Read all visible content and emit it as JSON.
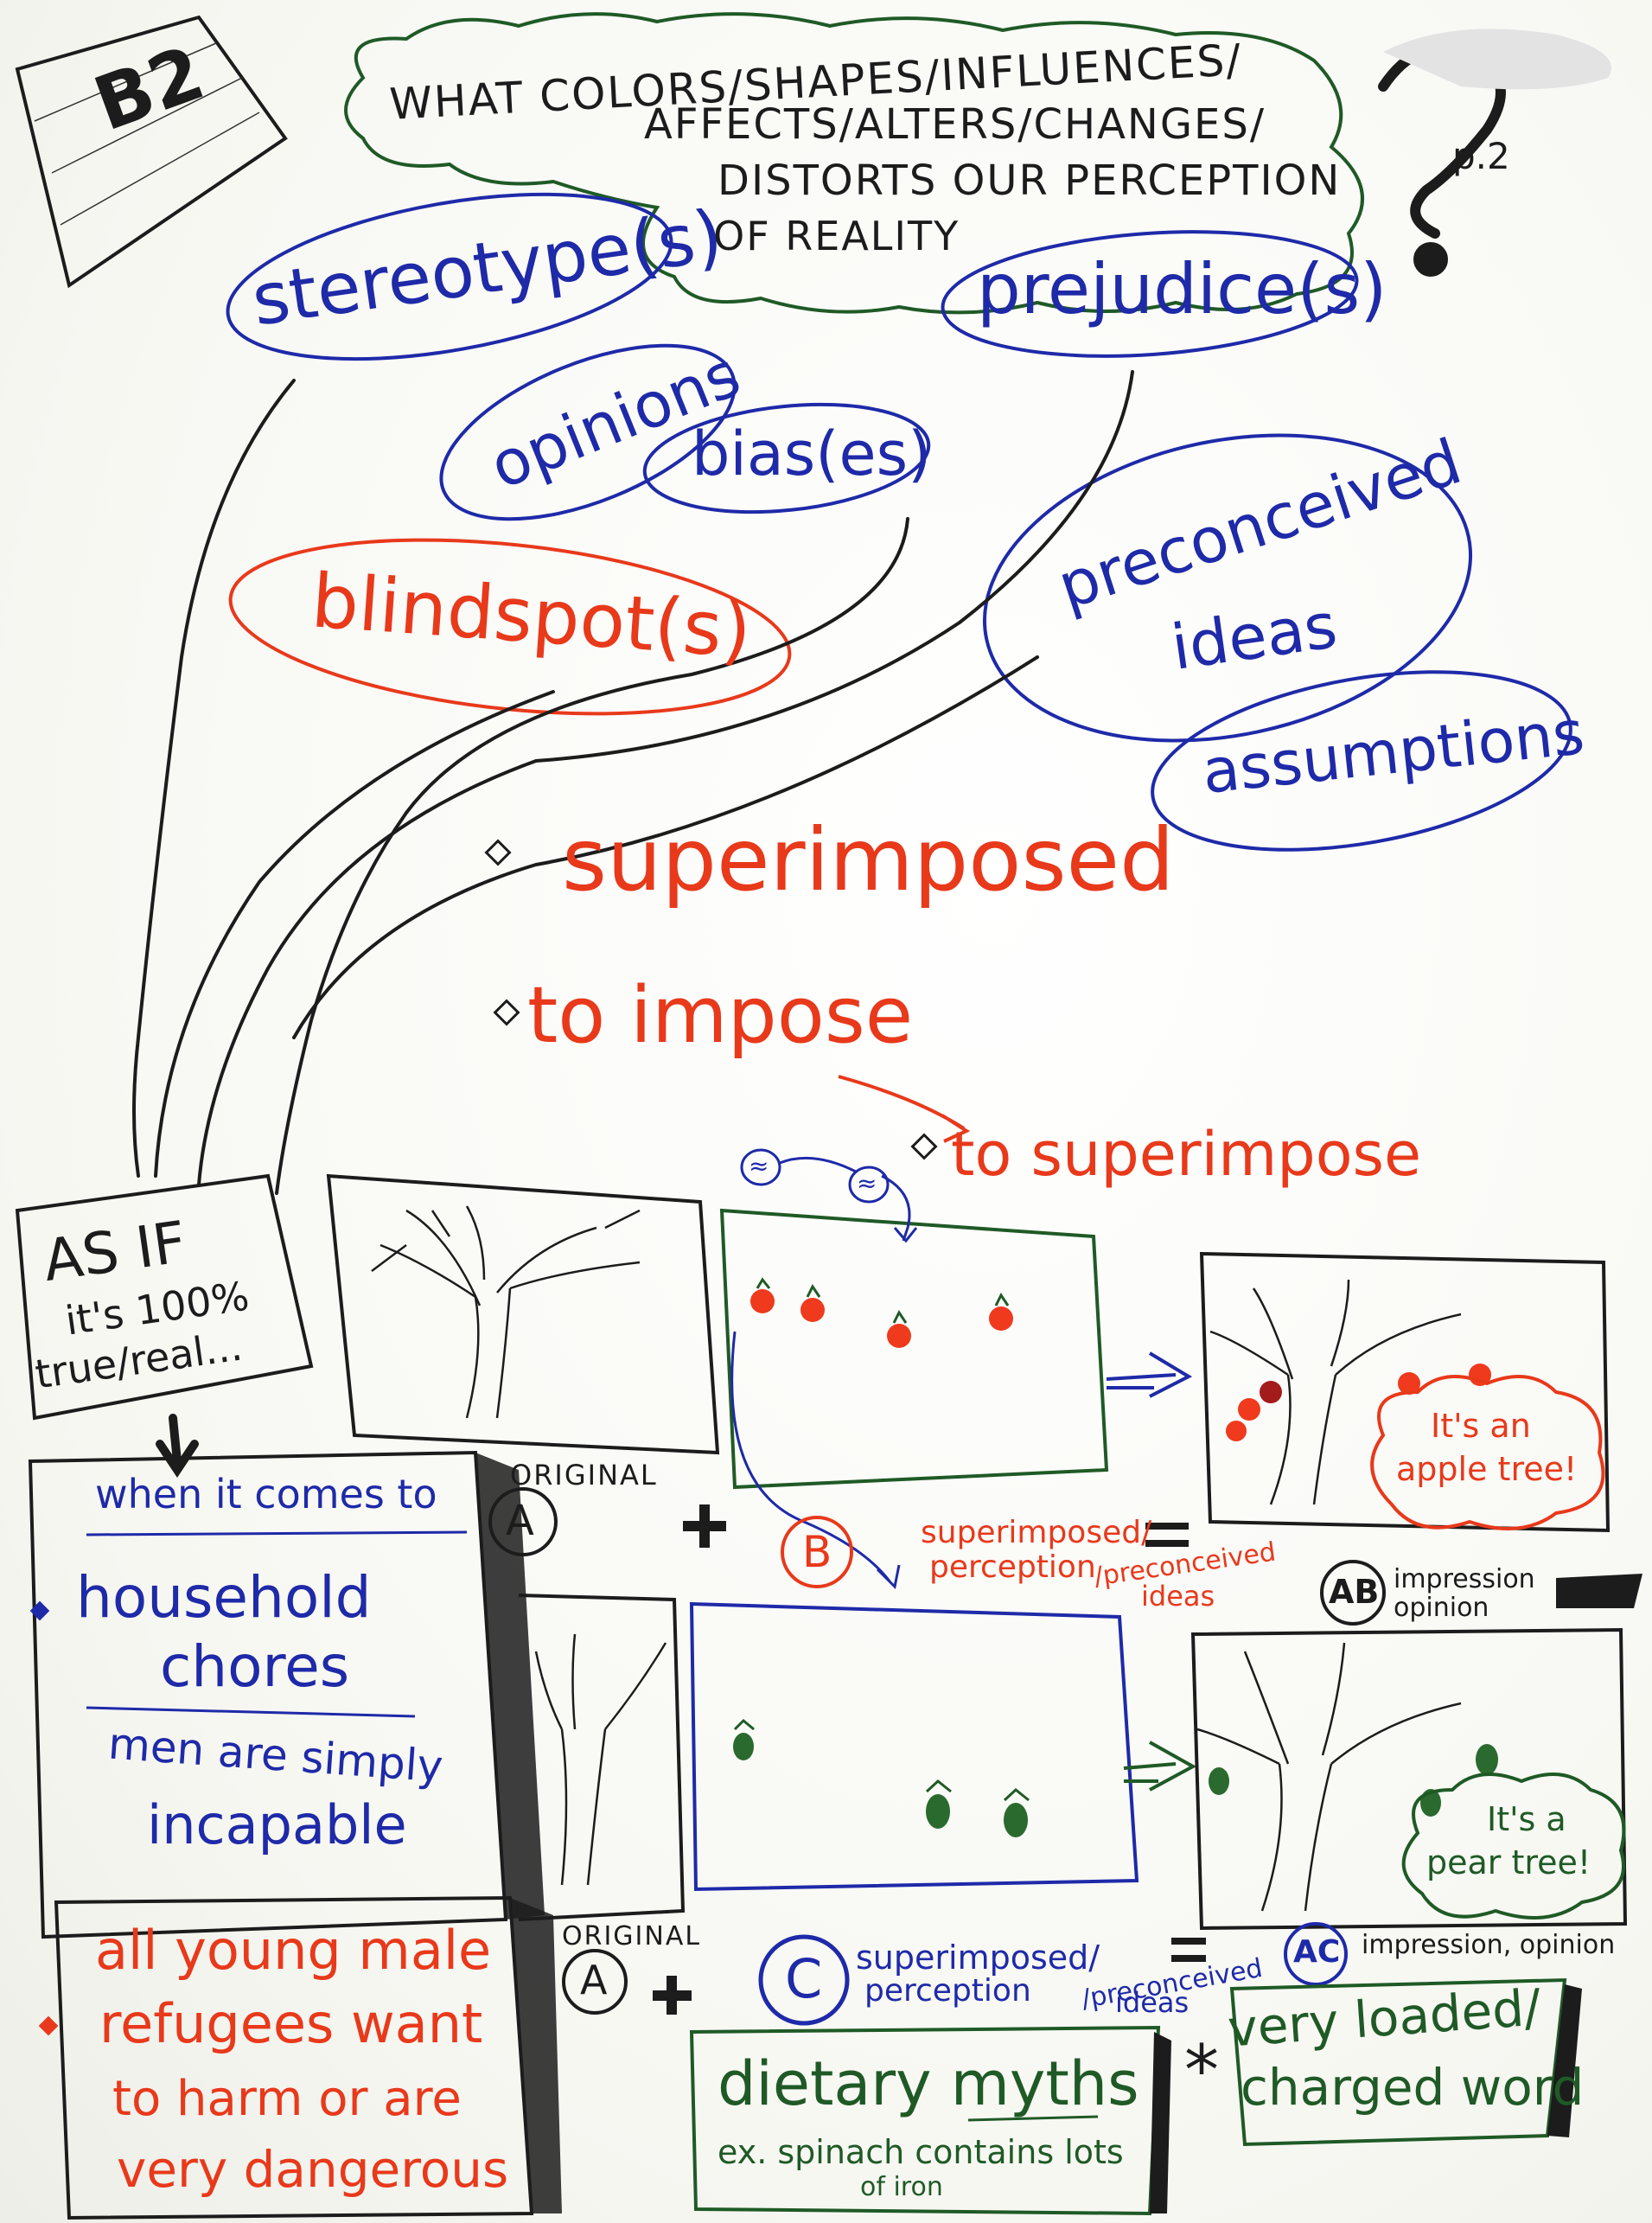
{
  "corner_label": "B2",
  "page_number": "p.2",
  "question": {
    "line1": "WHAT COLORS/SHAPES/INFLUENCES/",
    "line2": "AFFECTS/ALTERS/CHANGES/",
    "line3": "DISTORTS OUR PERCEPTION",
    "line4": "OF REALITY"
  },
  "bubbles": {
    "stereotypes": "stereotype(s)",
    "prejudices": "prejudice(s)",
    "opinions": "opinions",
    "biases": "bias(es)",
    "blindspots": "blindspot(s)",
    "preconceived_line1": "preconceived",
    "preconceived_line2": "ideas",
    "assumptions": "assumptions"
  },
  "vocab": {
    "superimposed": "superimposed",
    "to_impose": "to impose",
    "to_superimpose": "to superimpose"
  },
  "as_if": {
    "line1": "AS IF",
    "line2": "it's 100%",
    "line3": "true/real..."
  },
  "box1": {
    "heading": "when it comes to",
    "topic_line1": "household",
    "topic_line2": "chores",
    "claim_line1": "men are simply",
    "claim_line2": "incapable"
  },
  "box2": {
    "line1": "all young male",
    "line2": "refugees want",
    "line3": "to harm or are",
    "line4": "very dangerous"
  },
  "equation1": {
    "original_label": "ORIGINAL",
    "a": "A",
    "b": "B",
    "plus": "+",
    "equals": "=",
    "superimposed_line1": "superimposed/",
    "superimposed_line2": "perception",
    "preconceived_line1": "/preconceived",
    "preconceived_line2": "ideas",
    "result": "AB",
    "impression_line1": "impression",
    "impression_line2": "opinion",
    "approx_symbol_1": "≈",
    "approx_symbol_2": "≈",
    "speech": {
      "line1": "It's an",
      "line2": "apple tree!"
    }
  },
  "equation2": {
    "original_label": "ORIGINAL",
    "a": "A",
    "c": "C",
    "plus": "+",
    "equals": "=",
    "superimposed_line1": "superimposed/",
    "superimposed_line2": "perception",
    "preconceived_line1": "/preconceived",
    "preconceived_line2": "ideas",
    "result": "AC",
    "impression": "impression, opinion",
    "speech": {
      "line1": "It's a",
      "line2": "pear tree!"
    }
  },
  "myths": {
    "title": "dietary myths",
    "example_line1": "ex. spinach contains lots",
    "example_line2": "of iron"
  },
  "note": {
    "star": "*",
    "line1": "very loaded/",
    "line2": "charged word"
  },
  "colors": {
    "black": "#1c1c1c",
    "blue": "#1e2aa8",
    "red": "#e8391b",
    "green": "#1f5a26",
    "paper": "#fbfbf8"
  }
}
